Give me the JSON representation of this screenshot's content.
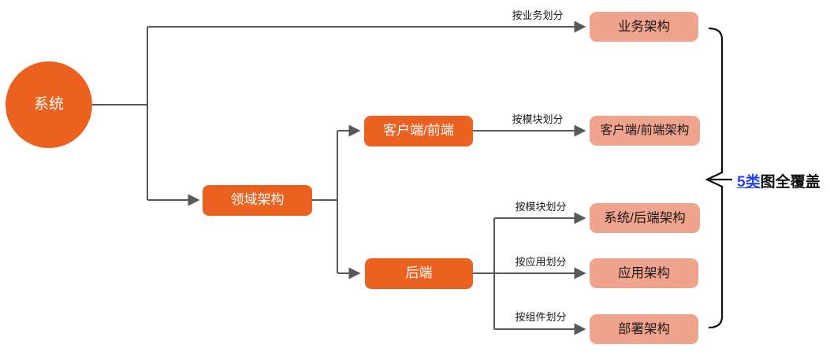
{
  "diagram": {
    "title_hint": "system-architecture-classification-tree",
    "root": {
      "label": "系统"
    },
    "branch_nodes": [
      {
        "id": "domain-arch",
        "label": "领域架构"
      },
      {
        "id": "frontend",
        "label": "客户端/前端"
      },
      {
        "id": "backend",
        "label": "后端"
      }
    ],
    "leaf_nodes": [
      {
        "id": "business-arch",
        "label": "业务架构"
      },
      {
        "id": "frontend-arch",
        "label": "客户端/前端架构"
      },
      {
        "id": "system-backend-arch",
        "label": "系统/后端架构"
      },
      {
        "id": "app-arch",
        "label": "应用架构"
      },
      {
        "id": "deploy-arch",
        "label": "部署架构"
      }
    ],
    "edge_labels": [
      {
        "label": "按业务划分"
      },
      {
        "label": "按模块划分"
      },
      {
        "label": "按模块划分"
      },
      {
        "label": "按应用划分"
      },
      {
        "label": "按组件划分"
      }
    ],
    "side_note": {
      "highlight": "5类",
      "rest": "图全覆盖"
    },
    "colors": {
      "node_orange": "#EB6120",
      "leaf_salmon": "#F0A38D",
      "connector_gray": "#595959",
      "bracket_black": "#111111",
      "note_blue": "#2442F0",
      "label_text": "#1A1A1A",
      "node_text": "#FFFFFF",
      "background": "#FFFFFF"
    }
  }
}
